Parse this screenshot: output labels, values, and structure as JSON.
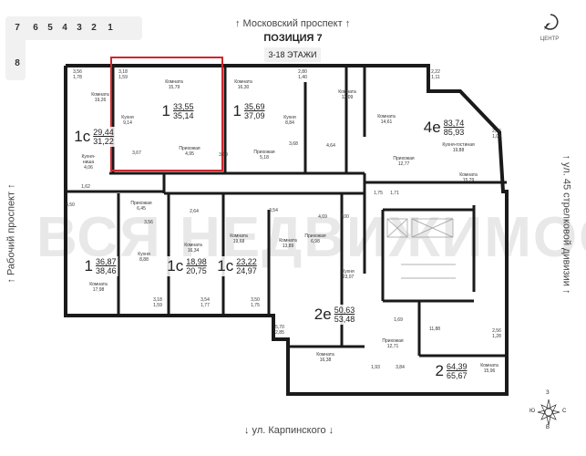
{
  "header": {
    "street_top": "↑ Московский проспект ↑",
    "title": "ПОЗИЦИЯ 7",
    "subtitle": "3-18 ЭТАЖИ",
    "center_button": "ЦЕНТР"
  },
  "floor_selector": {
    "row": [
      "7",
      "6",
      "5",
      "4",
      "3",
      "2",
      "1"
    ],
    "column": [
      "8"
    ],
    "selected": "7"
  },
  "streets": {
    "left": "↑ Рабочий проспект ↑",
    "right": "↑ ул. 45 стрелковой дивизии ↑",
    "bottom": "↓ ул. Карпинского ↓"
  },
  "compass": {
    "n": "З",
    "s": "В",
    "w": "Ю",
    "e": "С"
  },
  "watermark": "ВСЯ НЕДВИЖИМОСТЬ",
  "selection_color": "#d0272d",
  "apartments": [
    {
      "type": "1с",
      "area": "29,44",
      "total": "31,22"
    },
    {
      "type": "1",
      "area": "33,55",
      "total": "35,14",
      "selected": true
    },
    {
      "type": "1",
      "area": "35,69",
      "total": "37,09"
    },
    {
      "type": "4е",
      "area": "83,74",
      "total": "85,93"
    },
    {
      "type": "1",
      "area": "36,87",
      "total": "38,46"
    },
    {
      "type": "1с",
      "area": "18,98",
      "total": "20,75"
    },
    {
      "type": "1с",
      "area": "23,22",
      "total": "24,97"
    },
    {
      "type": "2е",
      "area": "50,63",
      "total": "53,48"
    },
    {
      "type": "2",
      "area": "64,39",
      "total": "65,67"
    }
  ],
  "rooms": [
    "3,56\n1,78",
    "3,18\n1,59",
    "Комната\n15,79",
    "Комната\n16,30",
    "2,80\n1,40",
    "Комната\n19,26",
    "Кухня\n9,14",
    "Кухня\n8,84",
    "3,67",
    "Прихожая\n4,95",
    "3,69",
    "Прихожая\n5,18",
    "3,68",
    "Кухня-\nниша\n4,06",
    "1,62",
    "4,50",
    "Комната\n13,09",
    "2,22\n1,11",
    "Комната\n14,61",
    "4,64",
    "Кухня-гостиная\n19,88",
    "2,16\n1,08",
    "Прихожая\n12,77",
    "Комната\n15,29",
    "1,75",
    "1,71",
    "Прихожая\n6,45",
    "3,56",
    "Кухня\n8,88",
    "Комната\n17,98",
    "3,18\n1,59",
    "2,64",
    "Комната\n16,34",
    "3,54\n1,77",
    "Комната\n19,68",
    "3,50\n1,75",
    "3,54",
    "4,69",
    "2,00",
    "Комната\n13,89",
    "Прихожая\n6,98",
    "Кухня\n23,07",
    "5,70\n2,85",
    "1,69",
    "11,88",
    "2,56\n1,28",
    "Прихожая\n12,71",
    "Комната\n16,38",
    "1,93",
    "3,84",
    "Комната\n15,96"
  ]
}
